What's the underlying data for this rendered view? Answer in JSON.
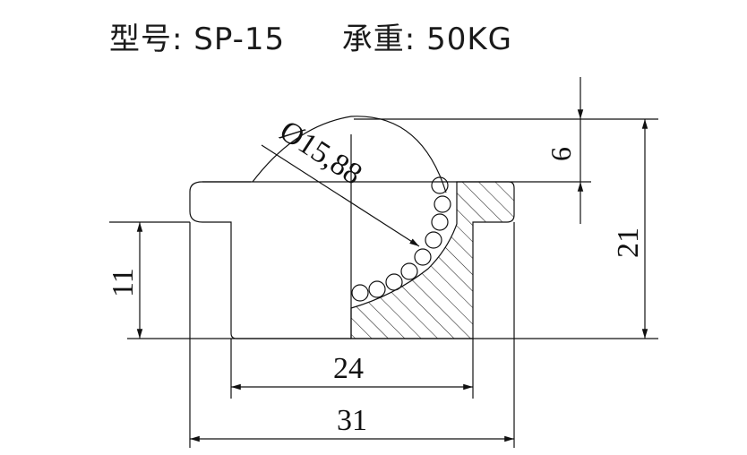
{
  "title": {
    "model_label": "型号:",
    "model_value": "SP-15",
    "load_label": "承重:",
    "load_value": "50KG"
  },
  "dimensions": {
    "ball_diameter": "Ø15,88",
    "protrusion": "6",
    "total_height": "21",
    "body_height": "11",
    "body_width": "24",
    "flange_width": "31"
  }
}
